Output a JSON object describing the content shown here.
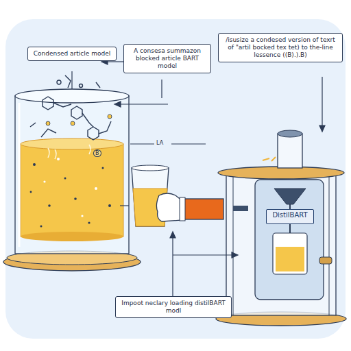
{
  "diagram": {
    "nodes": [
      {
        "text": [
          "Condensed article model"
        ]
      },
      {
        "text": [
          "A consesa summazon blocked article BART model"
        ]
      },
      {
        "text": [
          "/isusize a condesed version of texrt of \"artil bocked tex tet) to the-line lessence ((B).).B)"
        ]
      },
      {
        "text": [
          "Impoot neclary loading distilBART modl"
        ]
      },
      {
        "text": [
          "DistilBART"
        ]
      }
    ],
    "labels": [
      "LA",
      "B"
    ]
  }
}
